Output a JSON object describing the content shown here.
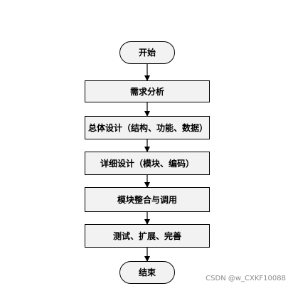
{
  "flowchart": {
    "start": "开始",
    "steps": [
      "需求分析",
      "总体设计（结构、功能、数据）",
      "详细设计（模块、编码）",
      "模块整合与调用",
      "测试、扩展、完善"
    ],
    "end": "结束"
  },
  "watermark": "CSDN @w_CXKF10088"
}
